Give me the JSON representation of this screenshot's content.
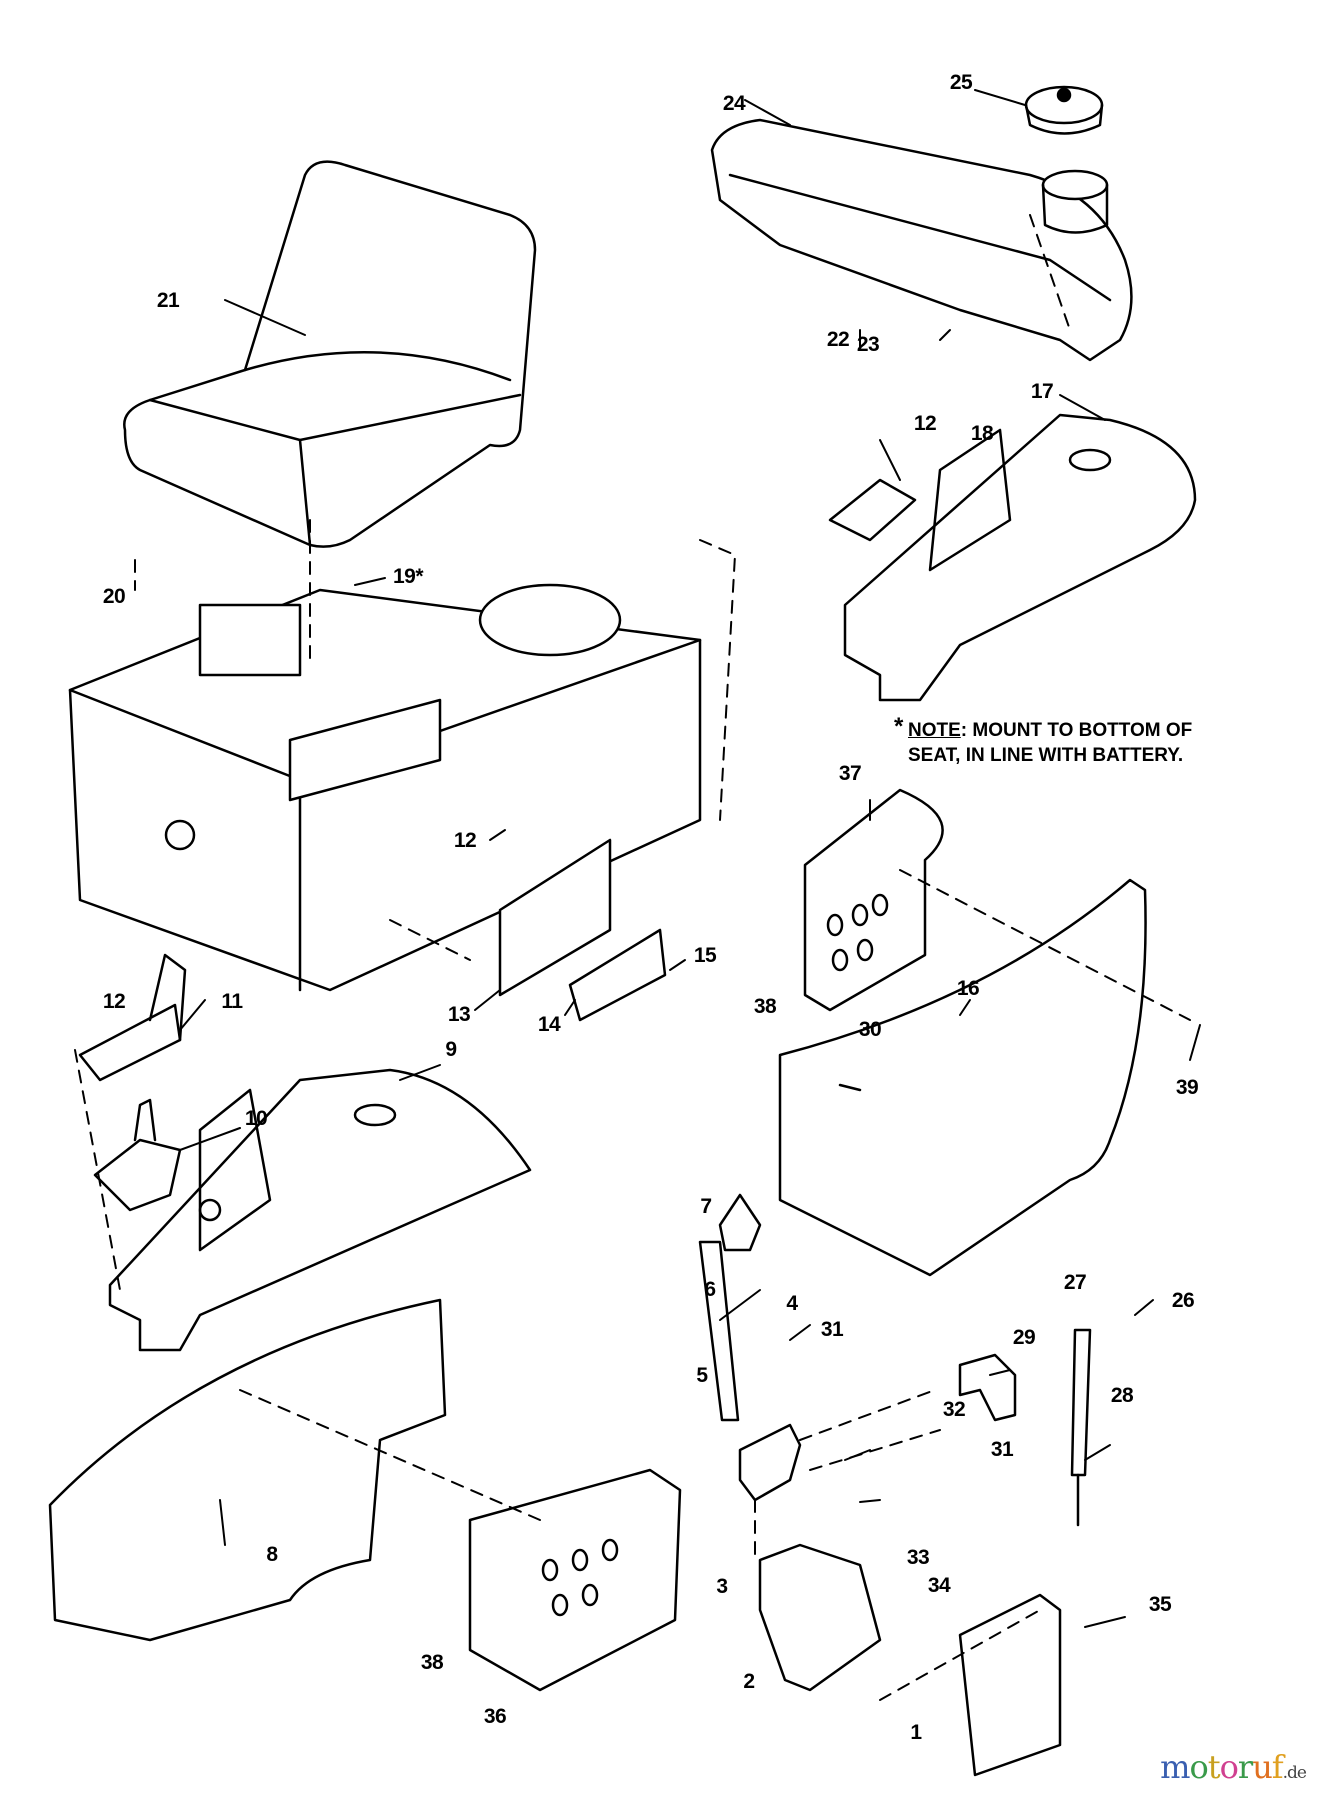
{
  "diagram": {
    "type": "exploded-parts-diagram",
    "callouts": [
      {
        "id": "1",
        "label": "1"
      },
      {
        "id": "2",
        "label": "2"
      },
      {
        "id": "3",
        "label": "3"
      },
      {
        "id": "4",
        "label": "4"
      },
      {
        "id": "5",
        "label": "5"
      },
      {
        "id": "6",
        "label": "6"
      },
      {
        "id": "7",
        "label": "7"
      },
      {
        "id": "8",
        "label": "8"
      },
      {
        "id": "9",
        "label": "9"
      },
      {
        "id": "10",
        "label": "10"
      },
      {
        "id": "11",
        "label": "11"
      },
      {
        "id": "12a",
        "label": "12"
      },
      {
        "id": "12b",
        "label": "12"
      },
      {
        "id": "12c",
        "label": "12"
      },
      {
        "id": "13",
        "label": "13"
      },
      {
        "id": "14",
        "label": "14"
      },
      {
        "id": "15",
        "label": "15"
      },
      {
        "id": "16",
        "label": "16"
      },
      {
        "id": "17",
        "label": "17"
      },
      {
        "id": "18",
        "label": "18"
      },
      {
        "id": "19",
        "label": "19*"
      },
      {
        "id": "20",
        "label": "20"
      },
      {
        "id": "21",
        "label": "21"
      },
      {
        "id": "22",
        "label": "22"
      },
      {
        "id": "23",
        "label": "23"
      },
      {
        "id": "24",
        "label": "24"
      },
      {
        "id": "25",
        "label": "25"
      },
      {
        "id": "26",
        "label": "26"
      },
      {
        "id": "27",
        "label": "27"
      },
      {
        "id": "28",
        "label": "28"
      },
      {
        "id": "29",
        "label": "29"
      },
      {
        "id": "30",
        "label": "30"
      },
      {
        "id": "31a",
        "label": "31"
      },
      {
        "id": "31b",
        "label": "31"
      },
      {
        "id": "32",
        "label": "32"
      },
      {
        "id": "33",
        "label": "33"
      },
      {
        "id": "34",
        "label": "34"
      },
      {
        "id": "35",
        "label": "35"
      },
      {
        "id": "36",
        "label": "36"
      },
      {
        "id": "37",
        "label": "37"
      },
      {
        "id": "38a",
        "label": "38"
      },
      {
        "id": "38b",
        "label": "38"
      },
      {
        "id": "39",
        "label": "39"
      }
    ],
    "note": {
      "star": "*",
      "keyword": "NOTE",
      "line1": ": MOUNT TO BOTTOM OF",
      "line2": "SEAT, IN LINE WITH BATTERY."
    }
  },
  "watermark": {
    "letters": [
      {
        "ch": "m",
        "color": "#3a5fb0"
      },
      {
        "ch": "o",
        "color": "#3a9a4a"
      },
      {
        "ch": "t",
        "color": "#c8a020"
      },
      {
        "ch": "o",
        "color": "#d04090"
      },
      {
        "ch": "r",
        "color": "#3a9a4a"
      },
      {
        "ch": "u",
        "color": "#e07020"
      },
      {
        "ch": "f",
        "color": "#e0a020"
      }
    ],
    "suffix": ".de"
  }
}
